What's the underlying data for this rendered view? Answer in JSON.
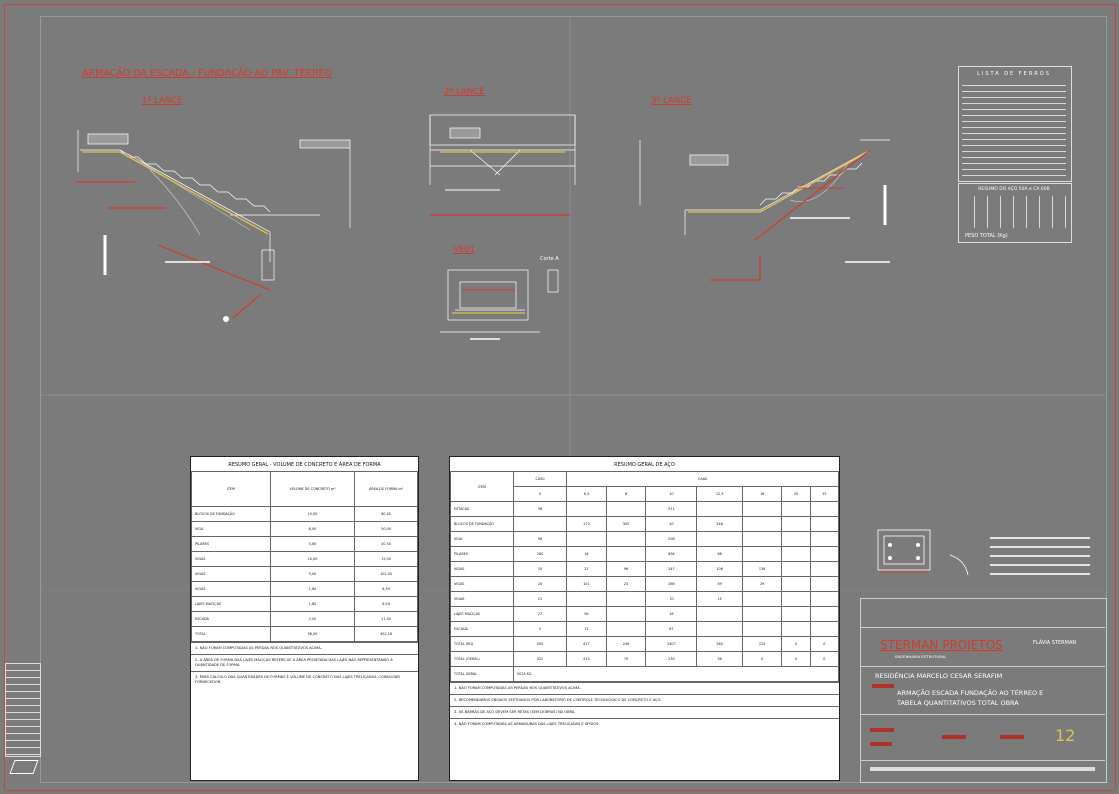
{
  "drawing": {
    "main_title": "ARMAÇÃO DA ESCADA - FUNDAÇÃO AO PAV. TÉRREO",
    "lance1": "1º LANCE",
    "lance2": "2º LANCE",
    "lance3": "3º LANCE",
    "viga": "VE01",
    "corte": "Corte A"
  },
  "lista_ferros": {
    "title": "LISTA DE FERROS"
  },
  "resumo_aco_small": {
    "title": "RESUMO DO AÇO 50A e CA 60B",
    "total_label": "PESO TOTAL (Kg)"
  },
  "volume_table": {
    "title": "RESUMO GERAL - VOLUME DE CONCRETO E ÁREA DE FORMA",
    "headers": [
      "ITEM",
      "VOLUME DE CONCRETO m³",
      "ÁREA DE FORMA m²"
    ],
    "rows": [
      [
        "BLOCOS DE FUNDAÇÃO",
        "15,00",
        "80,50"
      ],
      [
        "VIGA",
        "8,00",
        "50,00"
      ],
      [
        "PILARES",
        "5,80",
        "20,50"
      ],
      [
        "VIGAS",
        "10,00",
        "15,00"
      ],
      [
        "VIGAS",
        "5,00",
        "102,00"
      ],
      [
        "VIGAS",
        "1,80",
        "8,50"
      ],
      [
        "LAJES MACIÇAS",
        "1,80",
        "6,50"
      ],
      [
        "ESCADA",
        "2,00",
        "11,00"
      ],
      [
        "TOTAL",
        "58,50",
        "402,18"
      ]
    ],
    "notes": [
      "1- NÃO FORAM COMPUTADAS AS PERDAS NOS QUANTITATIVOS ACIMA.",
      "2- A ÁREA DE FORMA DAS LAJES MACIÇAS REFERE-SE A ÁREA PROJETADA DAS LAJES NÃO REPRESENTANDO A QUANTIDADE DE FORMA.",
      "3- PARA CÁLCULO DAS QUANTIDADES DE FORMAS E VOLUME DE CONCRETO DAS LAJES TRELIÇADAS, CONSULTAR FORNECEDOR."
    ]
  },
  "aco_table": {
    "title": "RESUMO GERAL DE AÇO",
    "group_labels": [
      "CA50",
      "CA60"
    ],
    "item_header": "ITEM",
    "sub_headers": [
      "5",
      "6,3",
      "8",
      "10",
      "12,5",
      "16",
      "20",
      "25"
    ],
    "rows": [
      [
        "ESTACAS",
        "58",
        "",
        "",
        "511",
        "",
        "",
        "",
        ""
      ],
      [
        "BLOCOS DE FUNDAÇÃO",
        "",
        "170",
        "300",
        "20",
        "246",
        "",
        "",
        ""
      ],
      [
        "VIGA",
        "96",
        "",
        "",
        "208",
        "",
        "",
        "",
        ""
      ],
      [
        "PILARES",
        "280",
        "18",
        "",
        "894",
        "68",
        "",
        "",
        ""
      ],
      [
        "VIGAS",
        "10",
        "27",
        "96",
        "247",
        "106",
        "136",
        "",
        ""
      ],
      [
        "VIGAS",
        "20",
        "101",
        "23",
        "266",
        "59",
        "29",
        "",
        ""
      ],
      [
        "VIGAS",
        "21",
        "",
        "",
        "70",
        "15",
        "",
        "",
        ""
      ],
      [
        "LAJES MACIÇAS",
        "27",
        "58",
        "",
        "18",
        "",
        "",
        "",
        ""
      ],
      [
        "ESCADA",
        "5",
        "12",
        "",
        "87",
        "",
        "",
        "",
        ""
      ],
      [
        "TOTAL (KG)",
        "505",
        "417",
        "249",
        "2407",
        "560",
        "125",
        "0",
        "0"
      ],
      [
        "TOTAL (GERAL)",
        "422",
        "419",
        "70",
        "230",
        "56",
        "0",
        "0",
        "0"
      ]
    ],
    "grand_total_label": "TOTAL GERAL",
    "grand_total_value": "5025 KG",
    "notes": [
      "1- NÃO FORAM COMPUTADAS AS PERDAS NOS QUANTITATIVOS ACIMA.",
      "2- RECOMENDAMOS ENSAIOS EFETUADOS POR LABORATÓRIO DE CONTROLE TECNOLÓGICO DE CONCRETO E AÇO.",
      "3- AS BARRAS DE AÇO DEVEM SER RETAS (SEM DOBRAS) NA OBRA.",
      "4- NÃO FORAM COMPUTADAS AS ARMADURAS DAS LAJES TRELIÇADAS E APOIOS."
    ]
  },
  "title_block": {
    "company": "STERMAN PROJETOS",
    "company_sub": "ENGENHARIA ESTRUTURAL",
    "engineer": "FLÁVIA STERMAN",
    "project": "RESIDÊNCIA MARCELO CESAR SERAFIM",
    "desc_line1": "ARMAÇÃO ESCADA FUNDAÇÃO AO TÉRREO E",
    "desc_line2": "TABELA QUANTITATIVOS TOTAL OBRA",
    "sheet": "12"
  },
  "colors": {
    "background": "#7b7b7b",
    "frame": "#c24a3a",
    "rebar": "#e3c24a",
    "rebar_red": "#d23b2b"
  }
}
